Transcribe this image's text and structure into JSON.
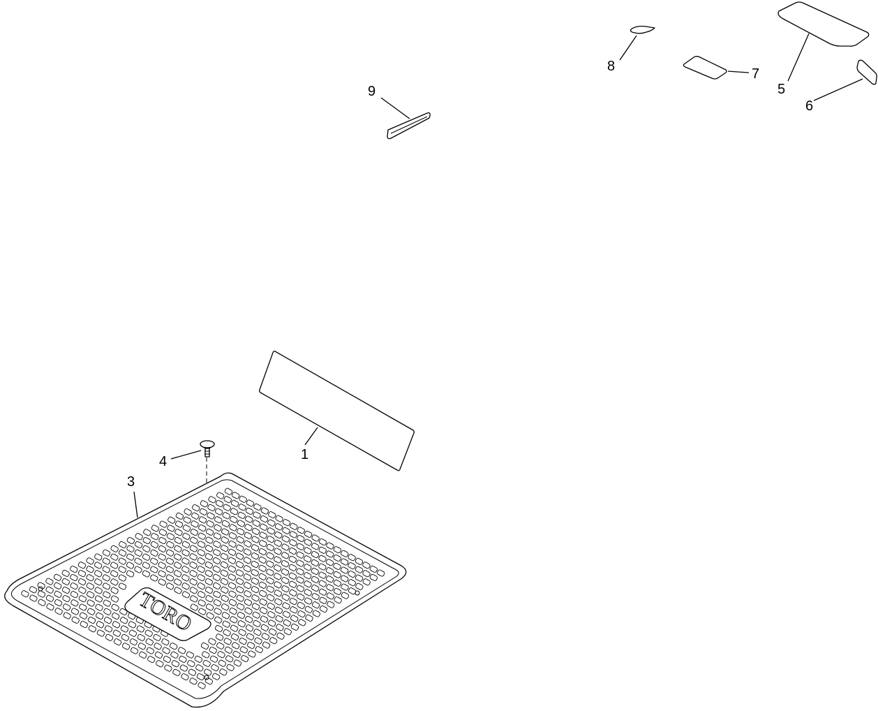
{
  "callouts": {
    "c1": "1",
    "c3": "3",
    "c4": "4",
    "c5": "5",
    "c6": "6",
    "c7": "7",
    "c8": "8",
    "c9": "9"
  },
  "mat": {
    "logo_text": "TORO"
  }
}
